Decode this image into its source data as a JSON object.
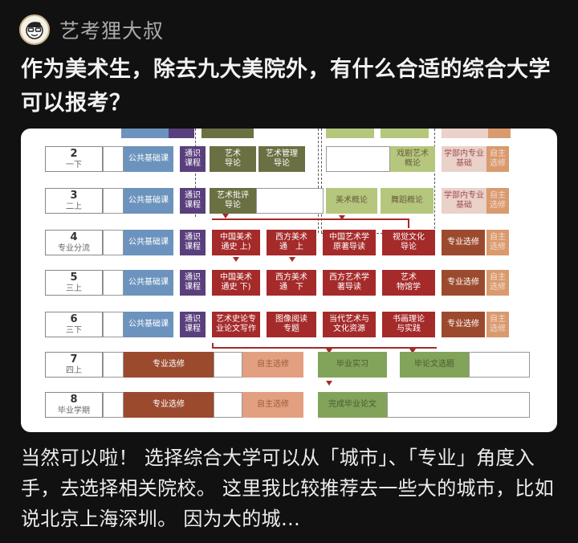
{
  "author": {
    "name": "艺考狸大叔",
    "avatar_icon": "cartoon-face-avatar"
  },
  "question": {
    "title": "作为美术生，除去九大美院外，有什么合适的综合大学可以报考？"
  },
  "diagram": {
    "rows": [
      {
        "num": "2",
        "sub": "一下",
        "public": "公共基础课",
        "general": "通识\n课程",
        "courses": [
          "艺术\n导论",
          "艺术管理\n导论",
          "戏剧艺术\n概论"
        ],
        "dept": "学部内专业\n基础",
        "elective": "自主\n选修"
      },
      {
        "num": "3",
        "sub": "二上",
        "public": "公共基础课",
        "general": "通识\n课程",
        "courses": [
          "艺术批评\n导论",
          "美术概论",
          "舞蹈概论"
        ],
        "dept": "学部内专业\n基础",
        "elective": "自主\n选修"
      },
      {
        "num": "4",
        "sub": "专业分流",
        "public": "公共基础课",
        "general": "通识\n课程",
        "courses": [
          "中国美术\n通史 上)",
          "西方美术\n通　上",
          "中国艺术学\n原著导读",
          "视觉文化\n导论"
        ],
        "major": "专业选修",
        "elective": "自主\n选修"
      },
      {
        "num": "5",
        "sub": "三上",
        "public": "公共基础课",
        "general": "通识\n课程",
        "courses": [
          "中国美术\n通史 下)",
          "西方美术\n通　下",
          "西方艺术学\n著导读",
          "艺术\n物馆学"
        ],
        "major": "专业选修",
        "elective": "自主\n选修"
      },
      {
        "num": "6",
        "sub": "三下",
        "public": "公共基础课",
        "general": "通识\n课程",
        "courses": [
          "艺术史论专\n业论文写作",
          "图像阅读\n专题",
          "当代艺术与\n文化资源",
          "书画理论\n与实践"
        ],
        "major": "专业选修",
        "elective": "自主\n选修"
      },
      {
        "num": "7",
        "sub": "四上",
        "major": "专业选修",
        "elective": "自主选修",
        "courses": [
          "毕业实习",
          "毕论文选题"
        ]
      },
      {
        "num": "8",
        "sub": "毕业学期",
        "major": "专业选修",
        "elective": "自主选修",
        "courses": [
          "完成毕业论文"
        ]
      }
    ]
  },
  "answer": {
    "text": "当然可以啦！ 选择综合大学可以从「城市」、「专业」角度入手，去选择相关院校。 这里我比较推荐去一些大的城市，比如说北京上海深圳。 因为大的城…"
  }
}
